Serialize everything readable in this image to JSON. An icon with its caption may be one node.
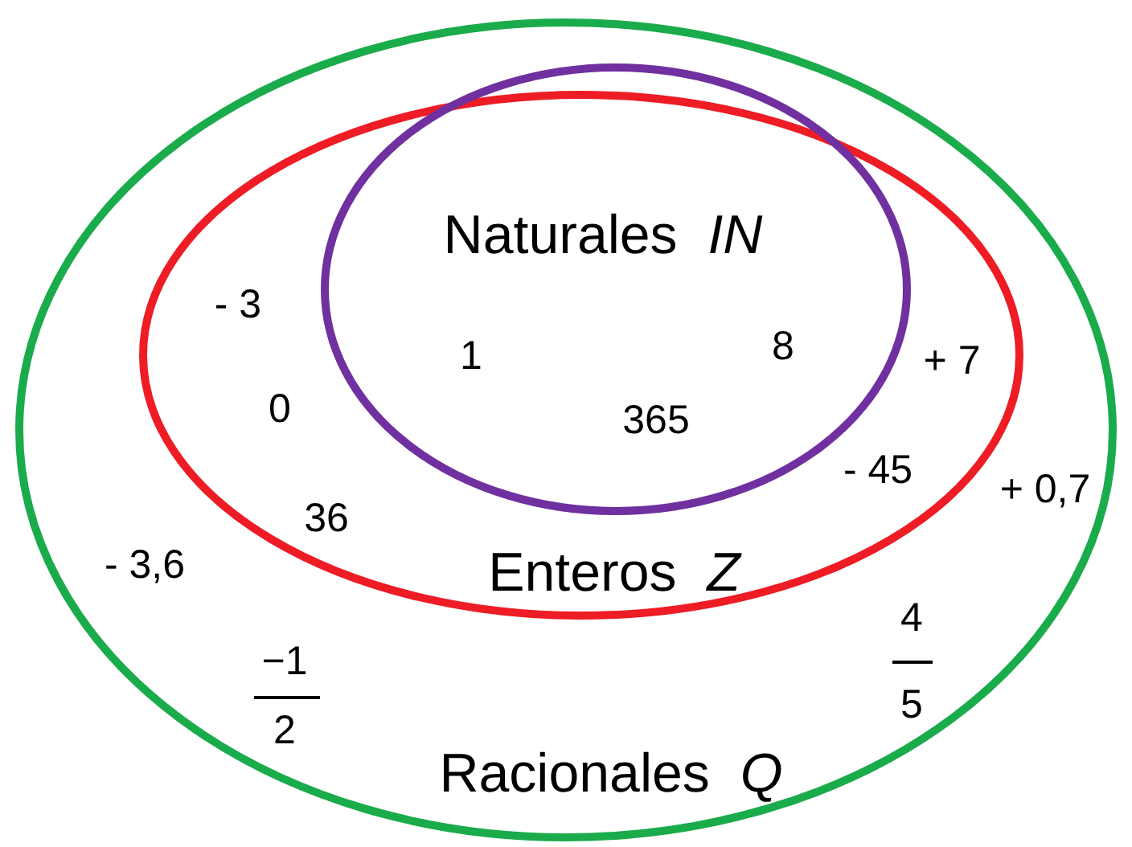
{
  "diagram": {
    "nodes": [
      {
        "text": [
          "Racionales  *Q*"
        ]
      },
      {
        "text": [
          "Enteros  *Z*"
        ],
        "in": 0
      },
      {
        "text": [
          "Naturales  *IN*"
        ],
        "in": 0
      }
    ],
    "labels": [
      "- 3",
      "1",
      "8",
      "+ 7",
      "0",
      "365",
      "- 45",
      "+ 0,7",
      "36",
      "- 3,6",
      "4",
      "5",
      "−1",
      "2"
    ]
  }
}
